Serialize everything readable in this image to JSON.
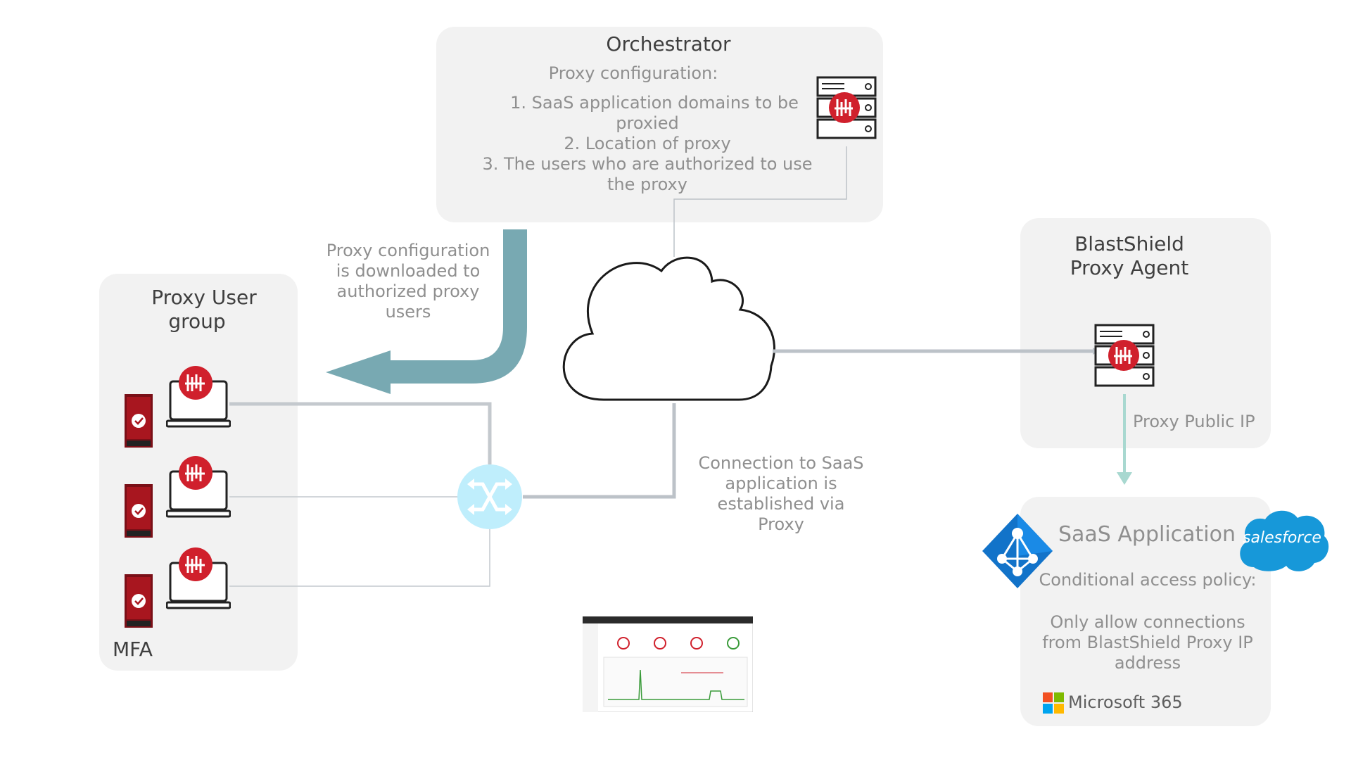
{
  "orchestrator": {
    "title": "Orchestrator",
    "subtitle": "Proxy configuration:",
    "items": [
      "1.   SaaS application domains to be",
      "proxied",
      "2.   Location of proxy",
      "3.   The users who are authorized to use",
      "the proxy"
    ]
  },
  "download_note": [
    "Proxy configuration",
    "is downloaded to",
    "authorized proxy",
    "users"
  ],
  "user_group": {
    "title_line1": "Proxy User",
    "title_line2": "group",
    "mfa_label": "MFA"
  },
  "connection_note": [
    "Connection to SaaS",
    "application is",
    "established via",
    "Proxy"
  ],
  "agent": {
    "title_line1": "BlastShield",
    "title_line2": "Proxy Agent",
    "public_ip_label": "Proxy Public IP"
  },
  "saas": {
    "title": "SaaS Application",
    "policy_title": "Conditional access policy:",
    "policy_text": [
      "Only allow connections",
      "from BlastShield Proxy IP",
      "address"
    ],
    "salesforce_logo_text": "salesforce",
    "microsoft_label": "Microsoft 365"
  },
  "colors": {
    "panel": "#f2f2f2",
    "teal_arrow": "#78a9b2",
    "link_line": "#bcc2c8",
    "brand_red": "#d0202c",
    "switch": "#bfeefc",
    "proxy_arrow": "#a8d8d0",
    "salesforce": "#1798d9",
    "azure": "#1273c9"
  },
  "icons": [
    "server-icon",
    "laptop-icon",
    "phone-mfa-icon",
    "cloud-icon",
    "network-switch-icon",
    "dashboard-thumbnail",
    "azure-ad-icon",
    "salesforce-logo",
    "microsoft-logo"
  ]
}
